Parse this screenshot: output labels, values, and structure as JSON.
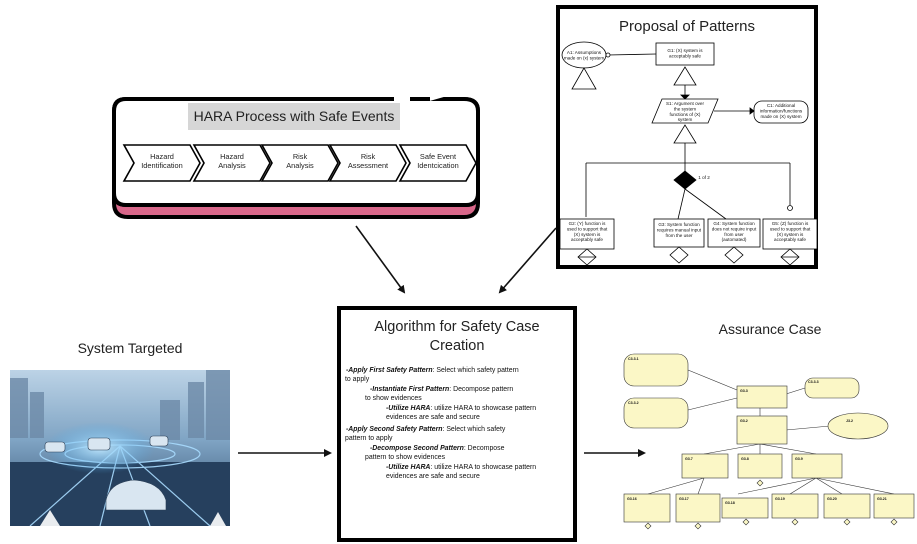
{
  "hara": {
    "title": "HARA Process with Safe Events",
    "steps": [
      [
        "Hazard",
        "Identification"
      ],
      [
        "Hazard",
        "Analysis"
      ],
      [
        "Risk",
        "Analysis"
      ],
      [
        "Risk",
        "Assessment"
      ],
      [
        "Safe Event",
        "Identcication"
      ]
    ]
  },
  "proposal": {
    "title": "Proposal of Patterns",
    "nodes": {
      "a1": [
        "A1: Assumptions",
        "made on (x) system"
      ],
      "g1": [
        "G1: (X) system is",
        "acceptably safe"
      ],
      "s1": [
        "S1: Argument over",
        "the system",
        "functions of (X)",
        "system"
      ],
      "c1": [
        "C1: Additional",
        "information/functions",
        "made on (X) system"
      ],
      "choice": "1 of 2",
      "g2": [
        "G2: (Y) function is",
        "used to support that",
        "(X) system is",
        "acceptably safe"
      ],
      "g3": [
        "G3: System function",
        "requires manual input",
        "from the user"
      ],
      "g4": [
        "G4: System function",
        "does not require input",
        "from user",
        "(automated)"
      ],
      "g5": [
        "G5: (Z) function is",
        "used to support that",
        "(X) system is",
        "acceptably safe"
      ]
    }
  },
  "algorithm": {
    "title_line1": "Algorithm for Safety Case",
    "title_line2": "Creation",
    "lines": [
      {
        "bold": "-Apply First Safety Pattern",
        "text": ": Select which safety pattern"
      },
      {
        "bold": "",
        "text": "to apply"
      },
      {
        "bold": "-Instantiate First Pattern",
        "text": ": Decompose pattern"
      },
      {
        "bold": "",
        "text": "to show evidences"
      },
      {
        "bold": "-Utilize HARA",
        "text": ": utilize HARA to showcase pattern"
      },
      {
        "bold": "",
        "text": "evidences are safe and secure"
      },
      {
        "bold": "-Apply Second Safety Pattern",
        "text": ": Select which safety"
      },
      {
        "bold": "",
        "text": "pattern to apply"
      },
      {
        "bold": "-Decompose Second Pattern",
        "text": ": Decompose"
      },
      {
        "bold": "",
        "text": "pattern to show evidences"
      },
      {
        "bold": "-Utilize HARA",
        "text": ": utilize HARA to showcase pattern"
      },
      {
        "bold": "",
        "text": "evidences are safe and secure"
      }
    ]
  },
  "system_title": "System Targeted",
  "assurance_title": "Assurance Case",
  "assurance": {
    "c31": "C3.3.1",
    "c32": "C3.3.2",
    "g33": "G3.3",
    "c33": "C3.3.3",
    "g32": "G3.2",
    "j32": "J3.2",
    "g37": "G3.7",
    "g38": "G3.8",
    "g39": "G3.9",
    "g316": "G3.16",
    "g317": "G3.17",
    "g318": "G3.18",
    "g319": "G3.19",
    "g320": "G3.20",
    "g321": "G3.21"
  },
  "colors": {
    "hara_accent": "#d9678a",
    "assurance_fill": "#fbf7c6",
    "border": "#000000"
  }
}
